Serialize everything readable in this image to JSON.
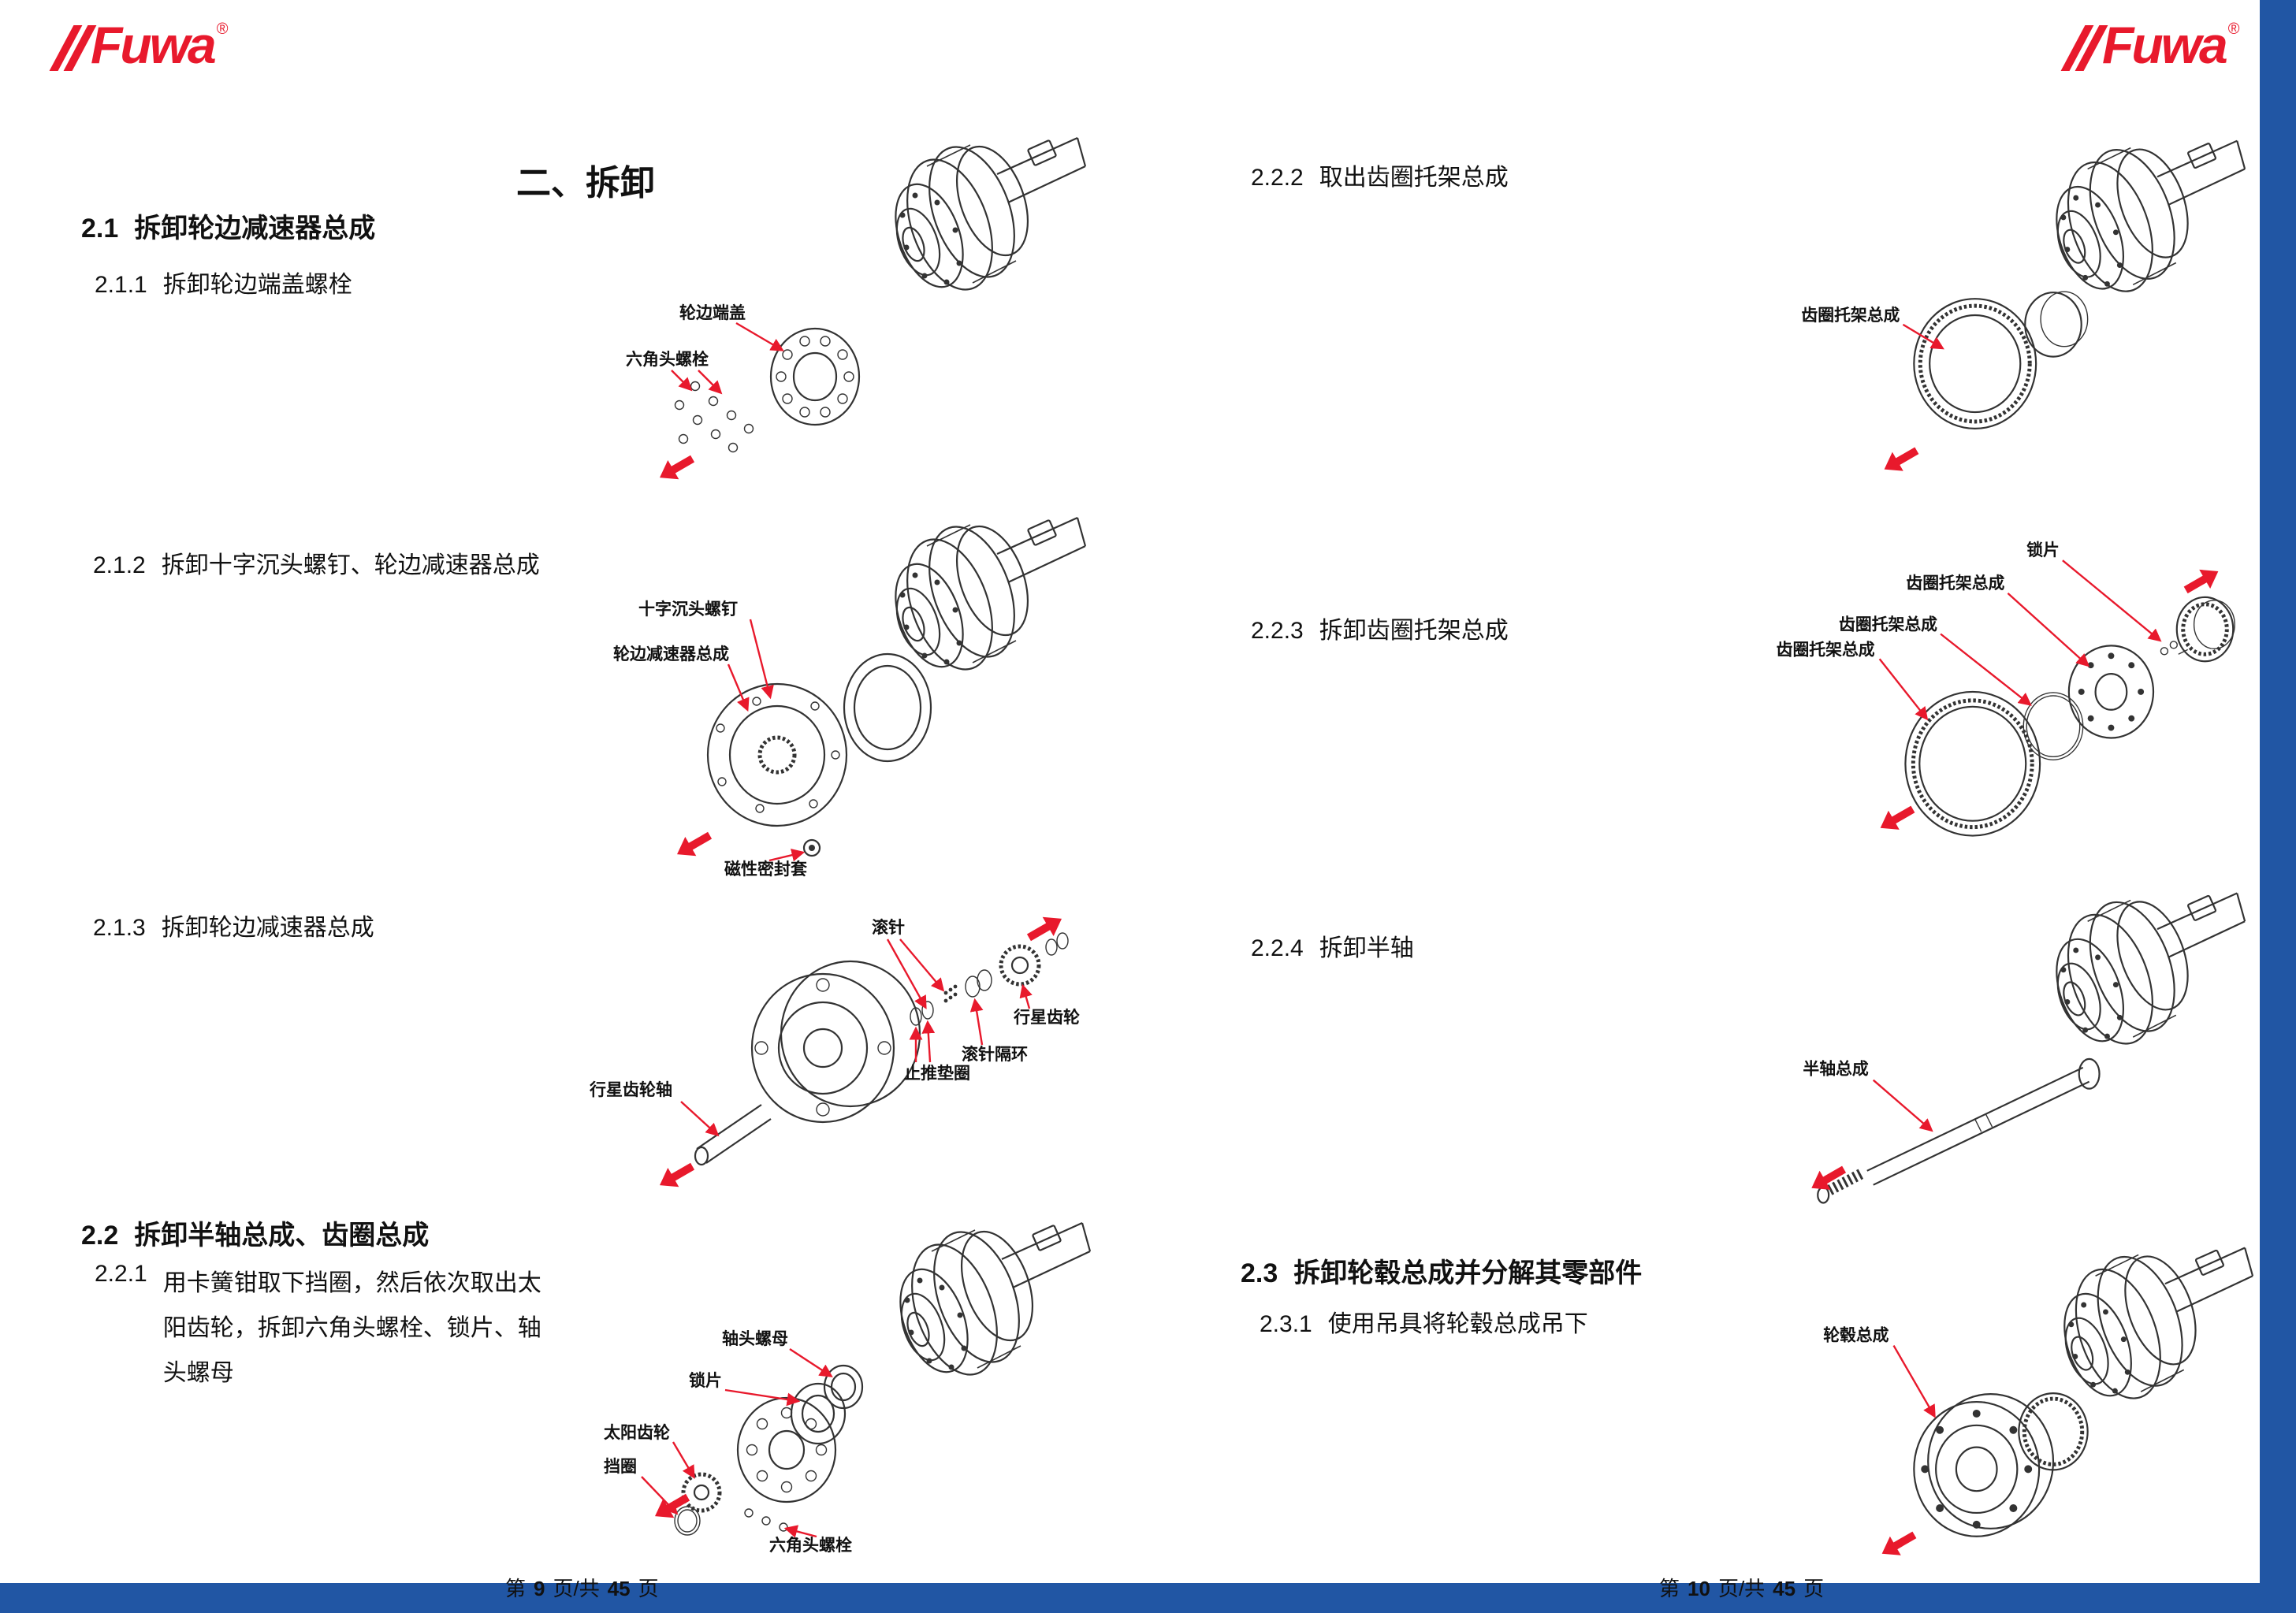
{
  "brand": {
    "name": "Fuwa",
    "reg": "®"
  },
  "colors": {
    "accent_red": "#e8192c",
    "border_blue": "#2156a4",
    "line": "#333333"
  },
  "left": {
    "title": "二、拆卸",
    "h21": {
      "num": "2.1",
      "text": "拆卸轮边减速器总成"
    },
    "h211": {
      "num": "2.1.1",
      "text": "拆卸轮边端盖螺栓"
    },
    "h212": {
      "num": "2.1.2",
      "text": "拆卸十字沉头螺钉、轮边减速器总成"
    },
    "h213": {
      "num": "2.1.3",
      "text": "拆卸轮边减速器总成"
    },
    "h22": {
      "num": "2.2",
      "text": "拆卸半轴总成、齿圈总成"
    },
    "h221": {
      "num": "2.2.1",
      "lines": [
        "用卡簧钳取下挡圈，然后依次取出太",
        "阳齿轮，拆卸六角头螺栓、锁片、轴",
        "头螺母"
      ]
    },
    "d1": {
      "labels": [
        "轮边端盖",
        "六角头螺栓"
      ]
    },
    "d2": {
      "labels": [
        "十字沉头螺钉",
        "轮边减速器总成",
        "磁性密封套"
      ]
    },
    "d3": {
      "labels": [
        "滚针",
        "行星齿轮",
        "滚针隔环",
        "止推垫圈",
        "行星齿轮轴"
      ]
    },
    "d4": {
      "labels": [
        "轴头螺母",
        "锁片",
        "太阳齿轮",
        "挡圈",
        "六角头螺栓"
      ]
    },
    "footer": {
      "pre": "第",
      "num": "9",
      "mid": "页/共",
      "total": "45",
      "suf": "页"
    }
  },
  "right": {
    "h222": {
      "num": "2.2.2",
      "text": "取出齿圈托架总成"
    },
    "h223": {
      "num": "2.2.3",
      "text": "拆卸齿圈托架总成"
    },
    "h224": {
      "num": "2.2.4",
      "text": "拆卸半轴"
    },
    "h23": {
      "num": "2.3",
      "text": "拆卸轮毂总成并分解其零部件"
    },
    "h231": {
      "num": "2.3.1",
      "text": "使用吊具将轮毂总成吊下"
    },
    "d5": {
      "labels": [
        "齿圈托架总成"
      ]
    },
    "d6": {
      "labels": [
        "锁片",
        "齿圈托架总成",
        "齿圈托架总成",
        "齿圈托架总成"
      ]
    },
    "d7": {
      "labels": [
        "半轴总成"
      ]
    },
    "d8": {
      "labels": [
        "轮毂总成"
      ]
    },
    "footer": {
      "pre": "第",
      "num": "10",
      "mid": "页/共",
      "total": "45",
      "suf": "页"
    }
  }
}
